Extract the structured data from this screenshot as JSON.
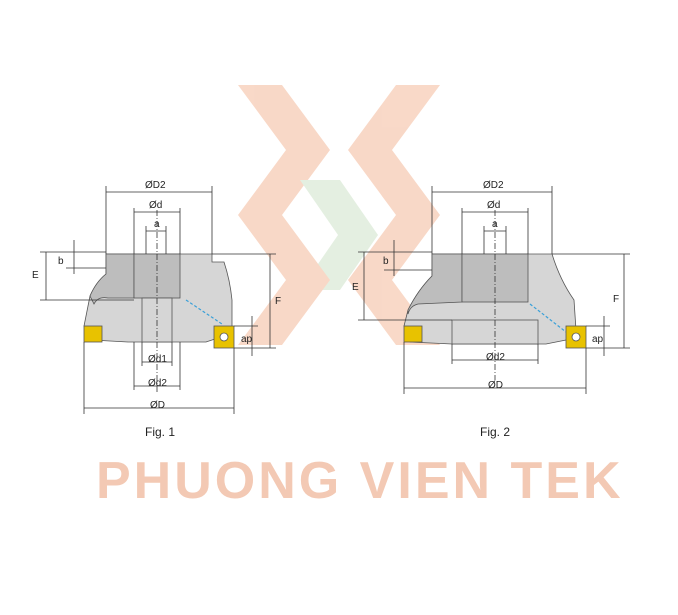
{
  "colors": {
    "watermark": "#f3c9b4",
    "insert": "#e8c200",
    "coolant": "#3aa0d8"
  },
  "watermark": {
    "text": "PHUONG VIEN TEK"
  },
  "fig1": {
    "caption": "Fig. 1",
    "labels": {
      "D2": "ØD2",
      "d": "Ød",
      "a": "a",
      "b": "b",
      "E": "E",
      "F": "F",
      "ap": "ap",
      "d1": "Ød1",
      "d2": "Ød2",
      "D": "ØD"
    }
  },
  "fig2": {
    "caption": "Fig. 2",
    "labels": {
      "D2": "ØD2",
      "d": "Ød",
      "a": "a",
      "b": "b",
      "E": "E",
      "F": "F",
      "ap": "ap",
      "d2": "Ød2",
      "D": "ØD"
    }
  }
}
